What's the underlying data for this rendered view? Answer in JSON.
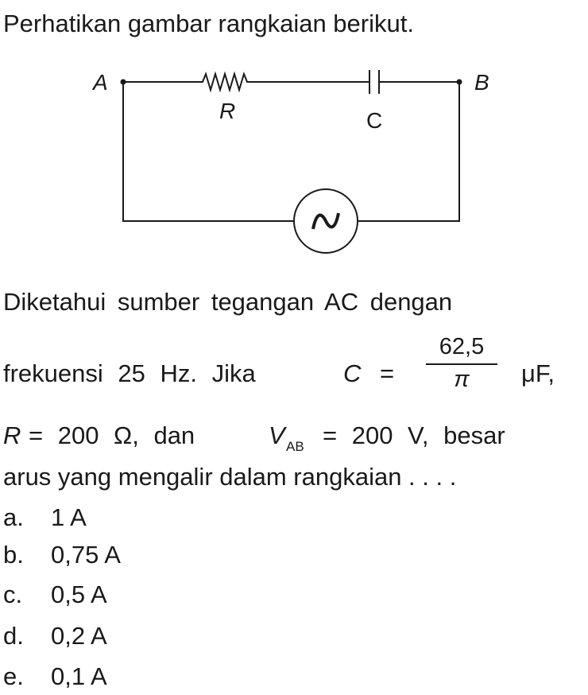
{
  "title": "Perhatikan gambar rangkaian berikut.",
  "circuit": {
    "labels": {
      "a": "A",
      "b": "B",
      "r": "R",
      "c": "C"
    },
    "source": "AC"
  },
  "body": {
    "line1": "Diketahui sumber tegangan AC dengan",
    "line2a": "frekuensi 25 Hz. Jika",
    "c_sym": "C",
    "eq": "=",
    "num": "62,5",
    "den": "π",
    "unit": "μF,",
    "r_sym": "R",
    "line3a": "= 200 Ω, dan",
    "v_sym": "V",
    "v_sub": "AB",
    "line3b": "= 200 V, besar",
    "line4": "arus yang mengalir dalam rangkaian . . . ."
  },
  "options": [
    {
      "letter": "a.",
      "text": "1 A"
    },
    {
      "letter": "b.",
      "text": "0,75 A"
    },
    {
      "letter": "c.",
      "text": "0,5 A"
    },
    {
      "letter": "d.",
      "text": "0,2 A"
    },
    {
      "letter": "e.",
      "text": "0,1 A"
    }
  ]
}
